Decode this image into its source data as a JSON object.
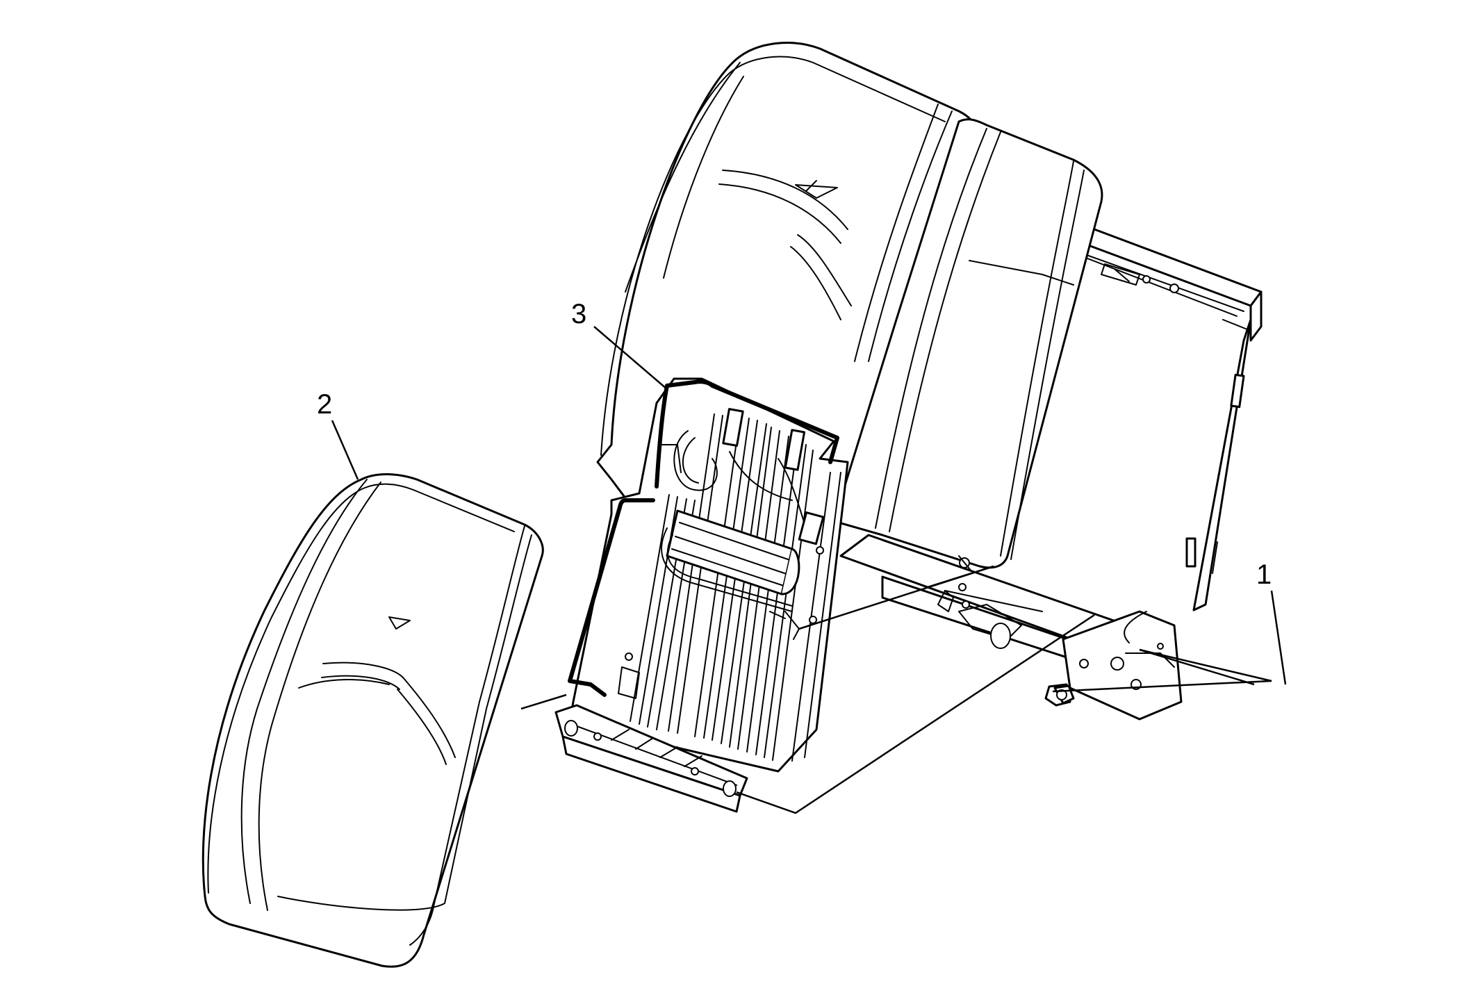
{
  "callouts": [
    {
      "id": "callout-1",
      "label": "1",
      "part": "bolt"
    },
    {
      "id": "callout-2",
      "label": "2",
      "part": "seat-back-cushion-panel"
    },
    {
      "id": "callout-3",
      "label": "3",
      "part": "seat-back-heater-frame"
    }
  ],
  "colors": {
    "line": "#000000",
    "background": "#ffffff"
  }
}
